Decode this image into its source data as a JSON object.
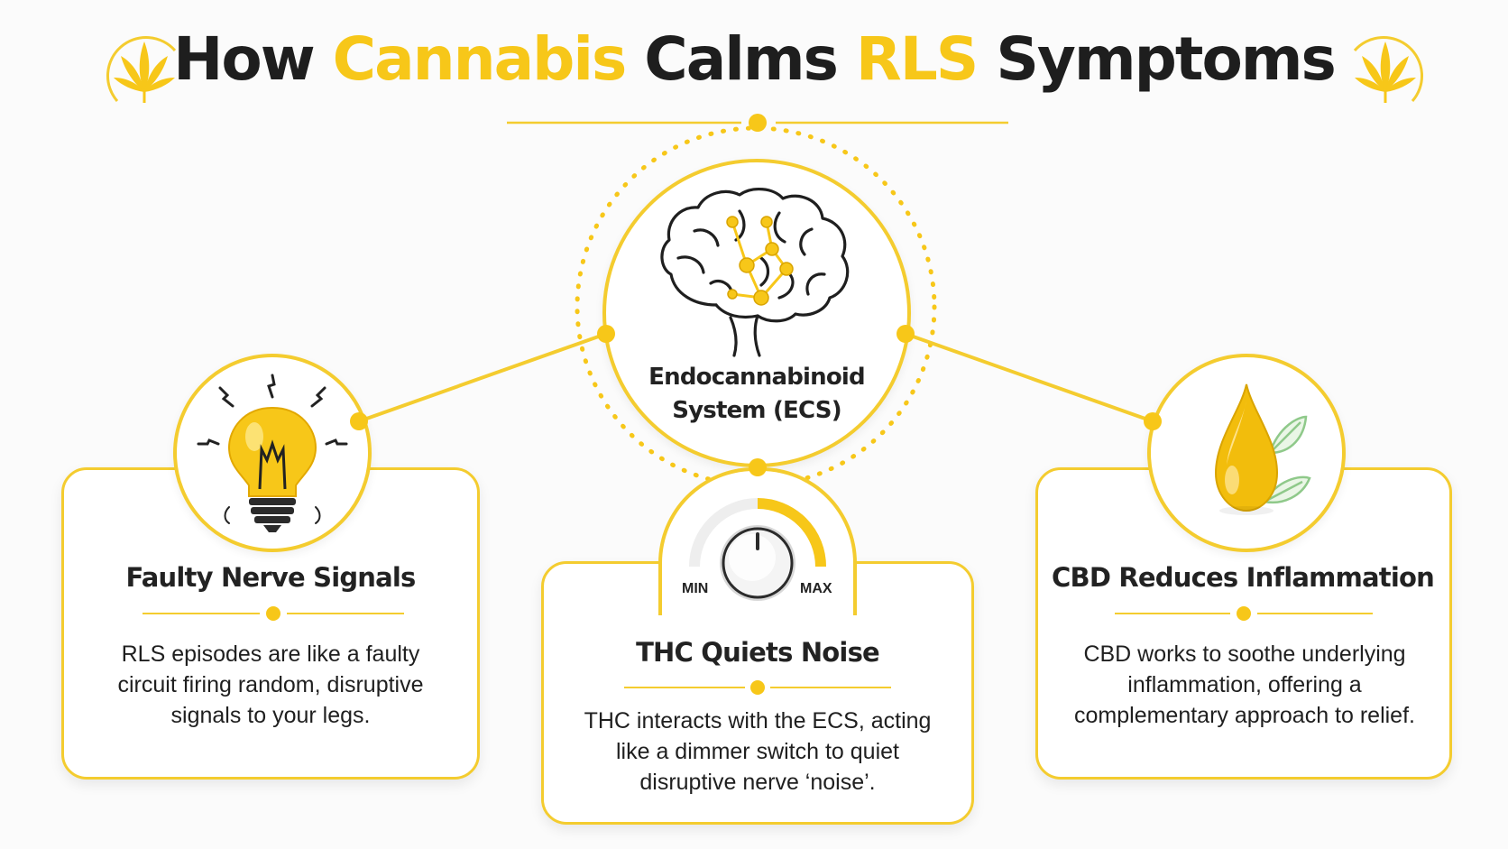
{
  "title": {
    "part1": "How ",
    "part2": "Cannabis",
    "part3": " Calms ",
    "part4": "RLS",
    "part5": " Symptoms"
  },
  "center": {
    "line1": "Endocannabinoid",
    "line2": "System (ECS)"
  },
  "cards": [
    {
      "title": "Faulty Nerve Signals",
      "lines": [
        "RLS episodes are like a faulty",
        "circuit firing random, disruptive",
        "signals to your legs."
      ],
      "icon": "lightbulb-icon"
    },
    {
      "title": "THC Quiets Noise",
      "lines": [
        "THC interacts with the ECS, acting",
        "like a dimmer switch to quiet",
        "disruptive nerve ‘noise’."
      ],
      "icon": "dimmer-dial-icon"
    },
    {
      "title": "CBD Reduces Inflammation",
      "lines": [
        "CBD works to soothe underlying",
        "inflammation, offering a",
        "complementary approach to relief."
      ],
      "icon": "oil-drop-leaf-icon"
    }
  ],
  "dial": {
    "min": "MIN",
    "max": "MAX"
  },
  "colors": {
    "accent": "#f7c719",
    "border": "#f4cc2f",
    "text": "#1e1e1e"
  }
}
